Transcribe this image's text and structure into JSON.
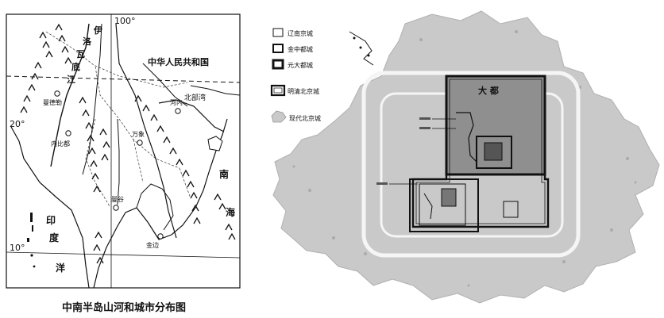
{
  "left_map": {
    "caption": "中南半岛山河和城市分布图",
    "longitude_100": "100°",
    "latitude_20": "20°",
    "latitude_10": "10°",
    "river_labels": [
      "伊",
      "洛",
      "瓦",
      "底",
      "江"
    ],
    "country_label": "中华人民共和国",
    "gulf_label": "北部湾",
    "sea_label": [
      "南",
      "海"
    ],
    "ocean_label": [
      "印",
      "度",
      "洋"
    ],
    "cities": [
      "曼德勒",
      "内比都",
      "万象",
      "河内",
      "曼谷",
      "金边"
    ]
  },
  "right_map": {
    "legend": [
      {
        "label": "辽南京城",
        "type": "thin-square"
      },
      {
        "label": "金中都城",
        "type": "medium-square"
      },
      {
        "label": "元大都城",
        "type": "thick-square"
      },
      {
        "label": "明清北京城",
        "type": "double-square"
      },
      {
        "label": "现代北京城",
        "type": "fill"
      }
    ],
    "dadu_label": "大 都",
    "colors": {
      "modern_city": "#c9c9c9",
      "dadu": "#8f8f8f",
      "ring_road": "#f5f5f5"
    }
  }
}
